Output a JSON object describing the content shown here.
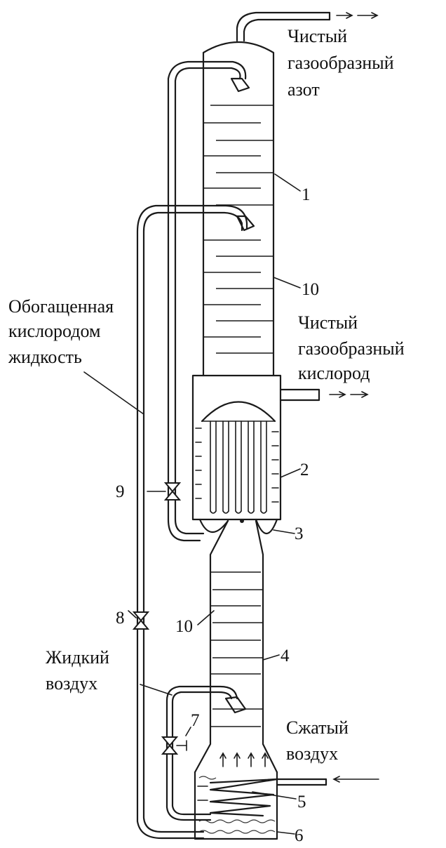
{
  "labels": {
    "nitrogen": [
      "Чистый",
      "газообразный",
      "азот"
    ],
    "oxygen": [
      "Чистый",
      "газообразный",
      "кислород"
    ],
    "enriched_liquid": [
      "Обогащенная",
      "кислородом",
      "жидкость"
    ],
    "liquid_air": [
      "Жидкий",
      "воздух"
    ],
    "compressed_air": [
      "Сжатый",
      "воздух"
    ]
  },
  "numbers": {
    "n1": "1",
    "n2": "2",
    "n3": "3",
    "n4": "4",
    "n5": "5",
    "n6": "6",
    "n7": "7",
    "n8": "8",
    "n9": "9",
    "n10_upper": "10",
    "n10_lower": "10"
  }
}
